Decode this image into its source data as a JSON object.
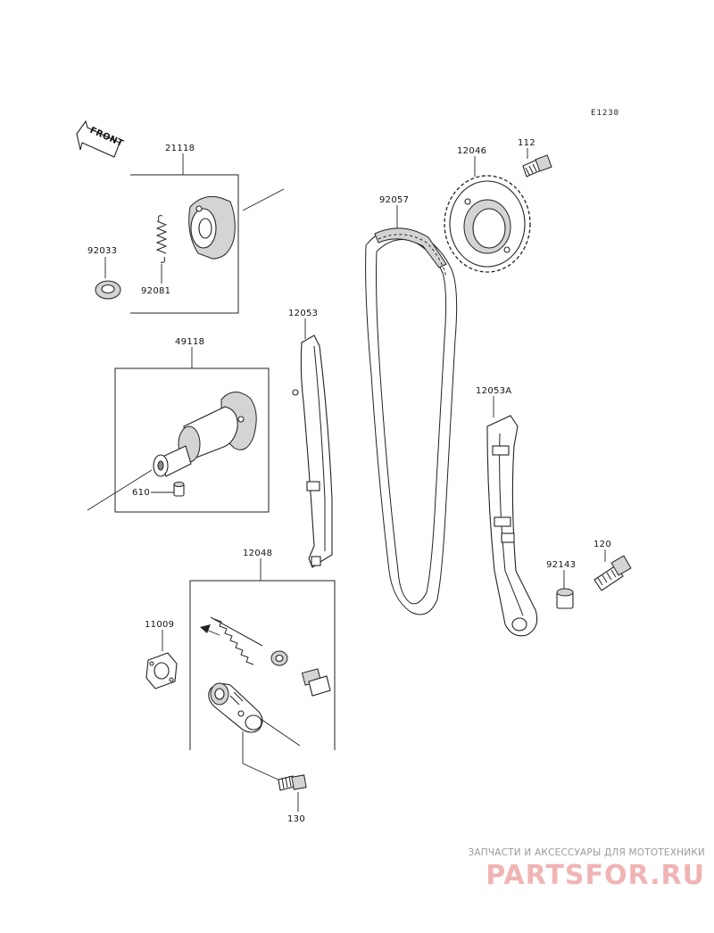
{
  "diagram": {
    "code": "E1230",
    "front_label": "FRONT",
    "parts": {
      "p21118": "21118",
      "p92033": "92033",
      "p92081": "92081",
      "p49118": "49118",
      "p610": "610",
      "p12053": "12053",
      "p92057": "92057",
      "p12046": "12046",
      "p112": "112",
      "p12053A": "12053A",
      "p120": "120",
      "p92143": "92143",
      "p12048": "12048",
      "p11009": "11009",
      "p130": "130"
    }
  },
  "watermark": {
    "caption": "ЗАПЧАСТИ И АКСЕССУАРЫ ДЛЯ МОТОТЕХНИКИ",
    "logo": "PARTSFOR.RU"
  }
}
